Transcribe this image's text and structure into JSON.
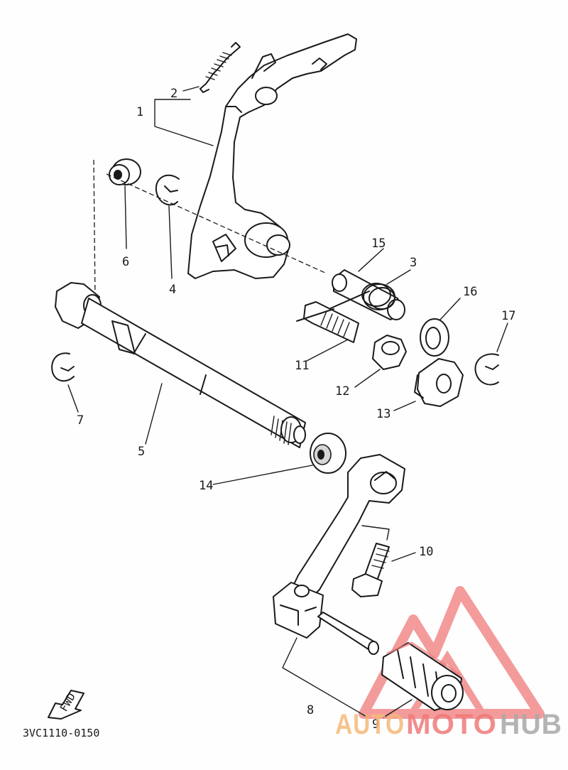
{
  "diagram": {
    "code": "3VC1110-0150",
    "fwd_label": "FWD",
    "callouts": [
      "1",
      "2",
      "3",
      "4",
      "5",
      "6",
      "7",
      "8",
      "9",
      "10",
      "11",
      "12",
      "13",
      "14",
      "15",
      "16",
      "17"
    ]
  },
  "watermark": {
    "prefix": "AUTO",
    "middle": "MOTO",
    "suffix": "HUB",
    "colors": {
      "orange": "#f5b97a",
      "grey": "#a8a8a8",
      "red": "#f07a7a"
    }
  }
}
